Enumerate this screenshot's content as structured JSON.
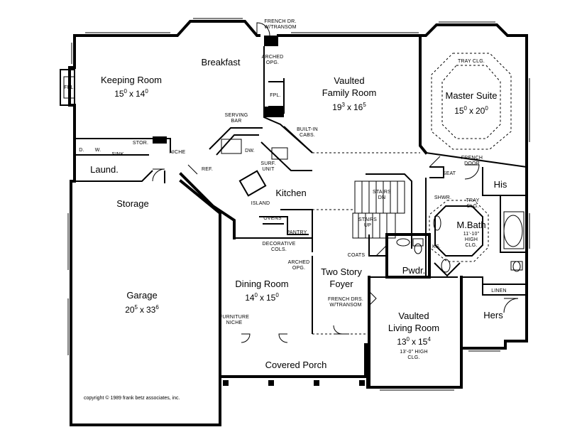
{
  "rooms": {
    "keeping": {
      "name": "Keeping Room",
      "w": "15",
      "h": "14",
      "wi": "0",
      "hi": "0"
    },
    "breakfast": {
      "name": "Breakfast"
    },
    "family": {
      "name1": "Vaulted",
      "name2": "Family Room",
      "w": "19",
      "h": "16",
      "wi": "3",
      "hi": "5"
    },
    "master": {
      "name": "Master Suite",
      "w": "15",
      "h": "20",
      "wi": "0",
      "hi": "0"
    },
    "laund": {
      "name": "Laund."
    },
    "storage": {
      "name": "Storage"
    },
    "kitchen": {
      "name": "Kitchen"
    },
    "his": {
      "name": "His"
    },
    "mbath": {
      "name": "M.Bath"
    },
    "garage": {
      "name": "Garage",
      "w": "20",
      "h": "33",
      "wi": "5",
      "hi": "6"
    },
    "dining": {
      "name": "Dining Room",
      "w": "14",
      "h": "15",
      "wi": "0",
      "hi": "0"
    },
    "foyer": {
      "name1": "Two Story",
      "name2": "Foyer"
    },
    "pwdr": {
      "name": "Pwdr."
    },
    "living": {
      "name1": "Vaulted",
      "name2": "Living Room",
      "w": "13",
      "h": "15",
      "wi": "0",
      "hi": "4",
      "note1": "13'-0\" HIGH",
      "note2": "CLG."
    },
    "hers": {
      "name": "Hers"
    },
    "porch": {
      "name": "Covered Porch"
    }
  },
  "notes": {
    "french_dr_1": "FRENCH DR.",
    "french_dr_2": "W/TRANSOM",
    "arched_1": "ARCHED",
    "arched_2": "OPG.",
    "tray_clg": "TRAY CLG.",
    "fpl": "FPL.",
    "serving_1": "SERVING",
    "serving_2": "BAR",
    "built_in_1": "BUILT-IN",
    "built_in_2": "CABS.",
    "stor": "STOR.",
    "d": "D.",
    "w": "W.",
    "sink": "SINK",
    "niche": "NICHE",
    "dw": "DW.",
    "surf_1": "SURF.",
    "surf_2": "UNIT",
    "ref": "REF.",
    "island": "ISLAND",
    "french_door_1": "FRENCH",
    "french_door_2": "DOOR",
    "seat": "SEAT",
    "stairs_dn_1": "STAIRS",
    "stairs_dn_2": "DN",
    "shwr": "SHWR.",
    "tray_clg_1": "TRAY",
    "tray_clg_2": "CLG.",
    "stairs_up_1": "STAIRS",
    "stairs_up_2": "UP",
    "mbath_1": "11'-10\"",
    "mbath_2": "HIGH",
    "mbath_3": "CLG.",
    "ovens": "OVENS",
    "pantry": "PANTRY",
    "coats": "COATS",
    "ks": "KS.",
    "decorative_1": "DECORATIVE",
    "decorative_2": "COLS.",
    "arched_opg_1": "ARCHED",
    "arched_opg_2": "OPG.",
    "french_drs_1": "FRENCH DRS.",
    "french_drs_2": "W/TRANSOM",
    "linen": "LINEN",
    "furniture_1": "FURNITURE",
    "furniture_2": "NICHE"
  },
  "copyright": "copyright © 1989 frank betz associates, inc.",
  "times": "x"
}
